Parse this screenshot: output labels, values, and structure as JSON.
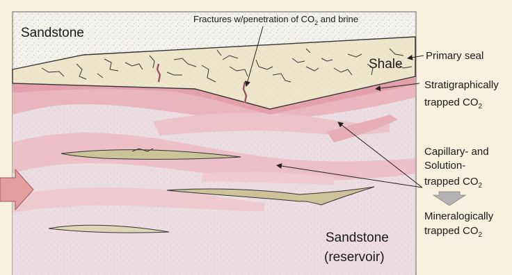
{
  "labels": {
    "sandstone_top": "Sandstone",
    "fractures": "Fractures w/penetration of CO",
    "fractures_sub": "2",
    "fractures_tail": " and brine",
    "shale": "Shale",
    "primary_seal": "Primary seal",
    "strat_line1": "Stratigraphically",
    "strat_line2": "trapped CO",
    "strat_sub": "2",
    "cap_line1": "Capillary- and",
    "cap_line2": "Solution-",
    "cap_line3": "trapped CO",
    "cap_sub": "2",
    "min_line1": "Mineralogically",
    "min_line2": "trapped CO",
    "min_sub": "2",
    "reservoir_line1": "Sandstone",
    "reservoir_line2": "(reservoir)"
  },
  "colors": {
    "background": "#f7f1dd",
    "sandstone": "#f3f1ec",
    "reservoir_fill": "#ecdce1",
    "co2_pink": "#e7a9b3",
    "shale": "#ece4c8",
    "lens": "#cfc59c",
    "arrow_in": "#e4a3a3",
    "gray_arrow": "#b5b5b5"
  }
}
